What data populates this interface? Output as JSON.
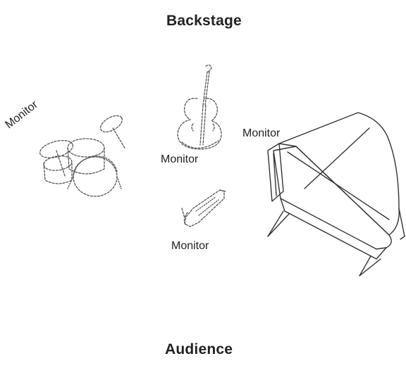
{
  "diagram": {
    "top_label": "Backstage",
    "bottom_label": "Audience",
    "instruments": [
      {
        "name": "drum-kit",
        "monitor_label": "Monitor"
      },
      {
        "name": "double-bass",
        "monitor_label": "Monitor"
      },
      {
        "name": "grand-piano",
        "monitor_label": "Monitor"
      },
      {
        "name": "saxophone",
        "monitor_label": "Monitor"
      }
    ]
  }
}
